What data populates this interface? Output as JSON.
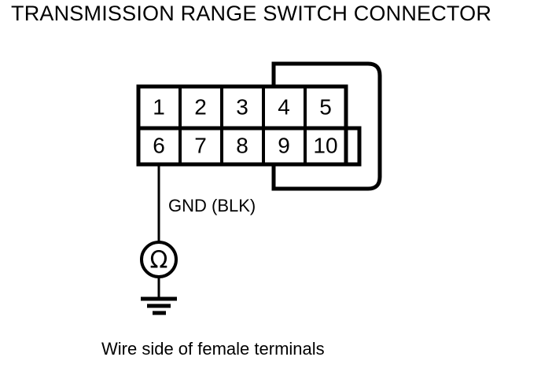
{
  "title": "TRANSMISSION RANGE SWITCH CONNECTOR",
  "caption": "Wire side of female terminals",
  "connector": {
    "name": "transmission-range-switch-connector",
    "rows": [
      {
        "pins": [
          "1",
          "2",
          "3",
          "4",
          "5"
        ]
      },
      {
        "pins": [
          "6",
          "7",
          "8",
          "9",
          "10"
        ]
      }
    ],
    "has_keyway_notch": true,
    "shell_outline": "rounded-right-shell"
  },
  "wire": {
    "label": "GND (BLK)",
    "from_pin": "6",
    "color_code": "BLK"
  },
  "meter": {
    "type": "ohmmeter",
    "symbol": "Ω"
  },
  "ground": {
    "type": "chassis-ground",
    "bars": 3
  },
  "colors": {
    "line": "#000000",
    "background": "#ffffff"
  }
}
